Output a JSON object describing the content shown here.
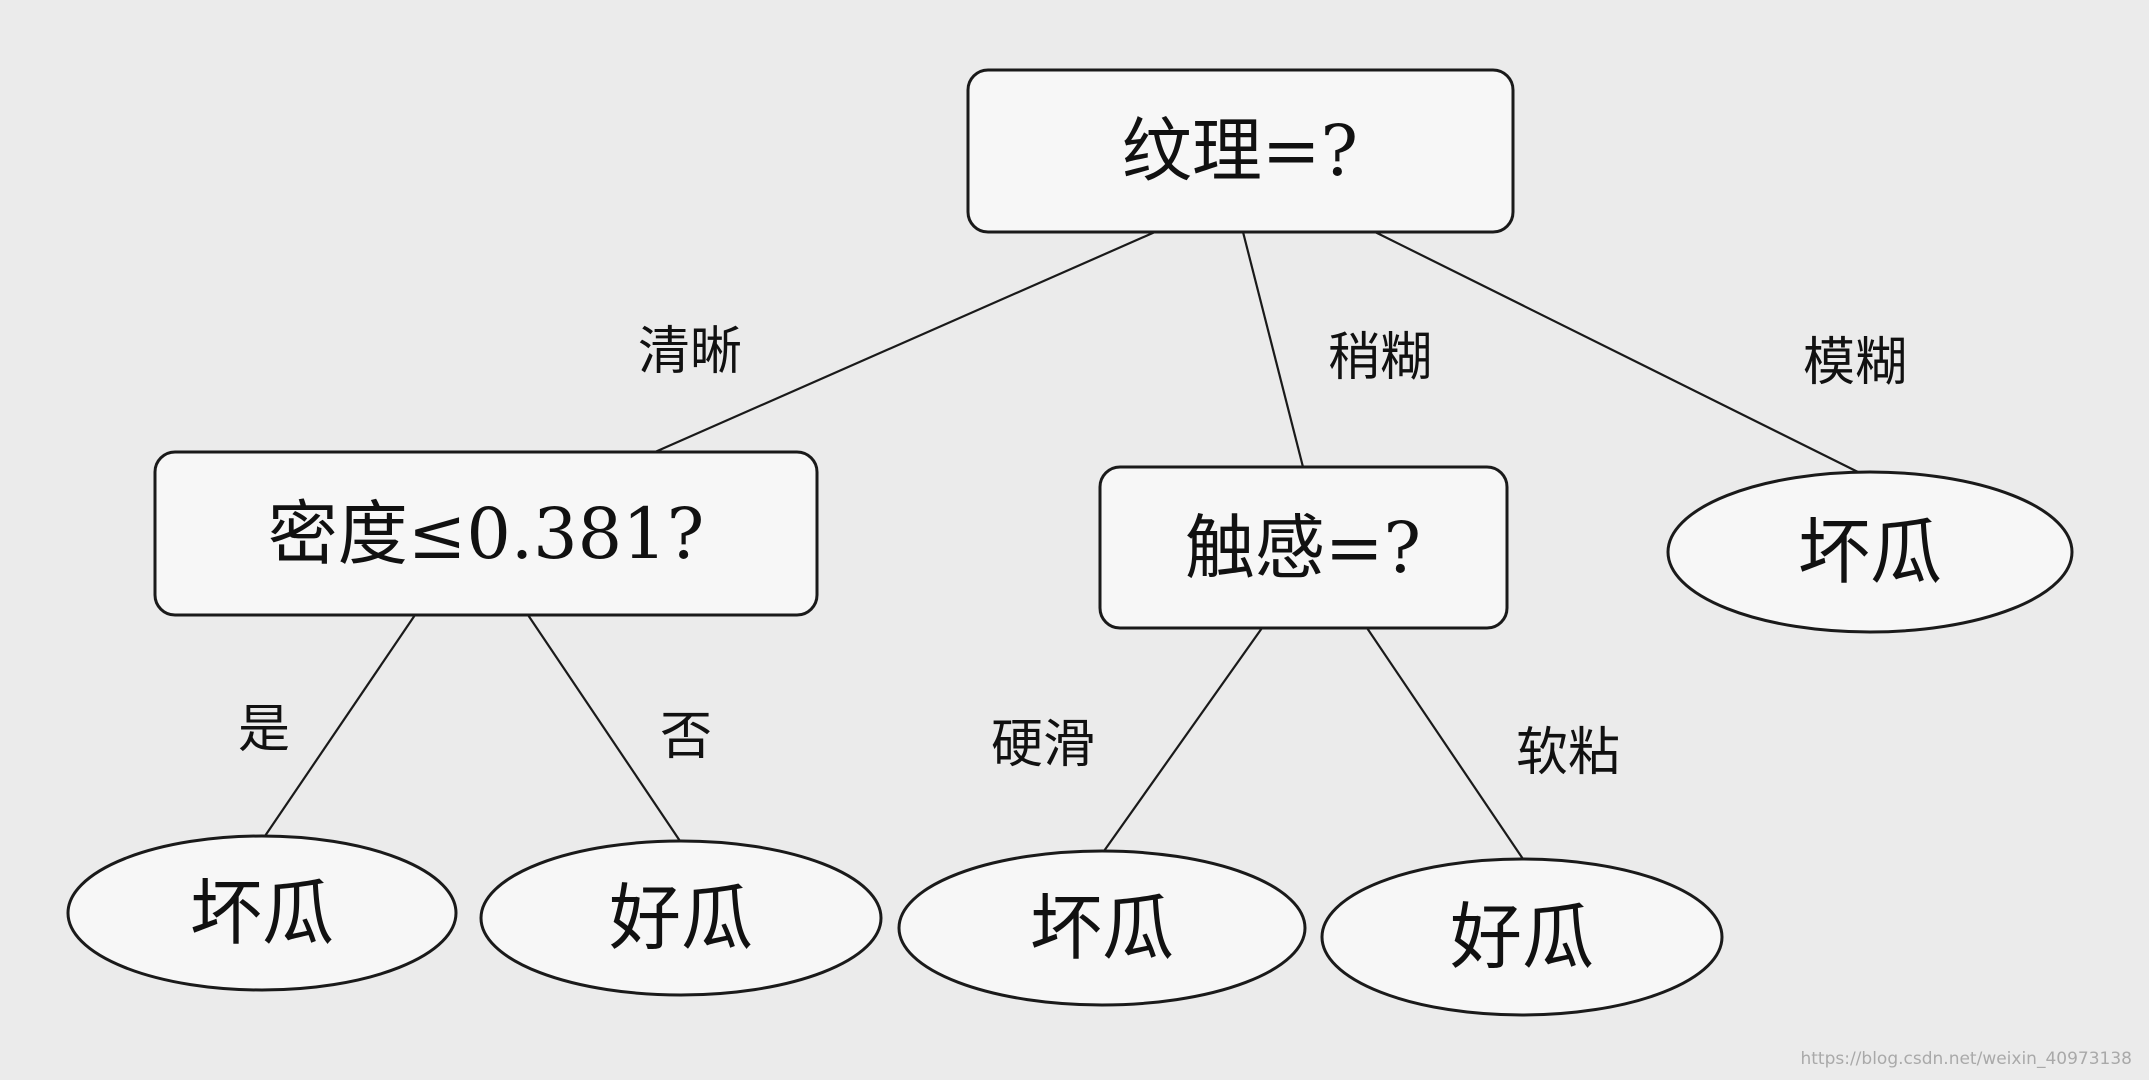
{
  "nodes": {
    "root": {
      "label": "纹理=?"
    },
    "density": {
      "label": "密度≤0.381?"
    },
    "touch": {
      "label": "触感=?"
    }
  },
  "leaves": {
    "blurry": "坏瓜",
    "density_yes": "坏瓜",
    "density_no": "好瓜",
    "touch_hard": "坏瓜",
    "touch_soft": "好瓜"
  },
  "edges": {
    "clear": "清晰",
    "slightly_blurry": "稍糊",
    "blurry": "模糊",
    "yes": "是",
    "no": "否",
    "hard_smooth": "硬滑",
    "soft_sticky": "软粘"
  },
  "watermark": "https://blog.csdn.net/weixin_40973138"
}
